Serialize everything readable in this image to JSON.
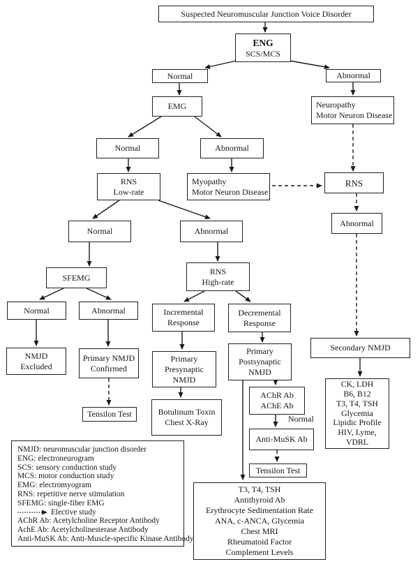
{
  "diagram": {
    "title": "Suspected Neuromuscular Junction Voice Disorder",
    "nodes": [
      {
        "id": "suspected_title",
        "lines": [
          "Suspected Neuromuscular Junction Voice Disorder"
        ]
      },
      {
        "id": "eng_scs_mcs",
        "lines": [
          "ENG",
          "SCS/MCS"
        ]
      },
      {
        "id": "eng_normal",
        "lines": [
          "Normal"
        ]
      },
      {
        "id": "eng_abnormal",
        "lines": [
          "Abnormal"
        ]
      },
      {
        "id": "emg",
        "lines": [
          "EMG"
        ]
      },
      {
        "id": "neuropathy_mnd",
        "lines": [
          "Neuropathy",
          "Motor Neuron Disease"
        ]
      },
      {
        "id": "emg_normal",
        "lines": [
          "Normal"
        ]
      },
      {
        "id": "emg_abnormal",
        "lines": [
          "Abnormal"
        ]
      },
      {
        "id": "rns_low_rate",
        "lines": [
          "RNS",
          "Low-rate"
        ]
      },
      {
        "id": "myopathy_mnd",
        "lines": [
          "Myopathy",
          "Motor Neuron Disease"
        ]
      },
      {
        "id": "rns_secondary",
        "lines": [
          "RNS"
        ]
      },
      {
        "id": "rns_secondary_abnormal",
        "lines": [
          "Abnormal"
        ]
      },
      {
        "id": "rns_low_normal",
        "lines": [
          "Normal"
        ]
      },
      {
        "id": "rns_low_abnormal",
        "lines": [
          "Abnormal"
        ]
      },
      {
        "id": "sfemg",
        "lines": [
          "SFEMG"
        ]
      },
      {
        "id": "rns_high_rate",
        "lines": [
          "RNS",
          "High-rate"
        ]
      },
      {
        "id": "sfemg_normal",
        "lines": [
          "Normal"
        ]
      },
      {
        "id": "sfemg_abnormal",
        "lines": [
          "Abnormal"
        ]
      },
      {
        "id": "incremental_response",
        "lines": [
          "Incremental",
          "Response"
        ]
      },
      {
        "id": "decremental_response",
        "lines": [
          "Decremental",
          "Response"
        ]
      },
      {
        "id": "nmjd_excluded",
        "lines": [
          "NMJD",
          "Excluded"
        ]
      },
      {
        "id": "primary_nmjd_confirmed",
        "lines": [
          "Primary NMJD",
          "Confirmed"
        ]
      },
      {
        "id": "tensilon_test_1",
        "lines": [
          "Tensilon Test"
        ]
      },
      {
        "id": "primary_presynaptic_nmjd",
        "lines": [
          "Primary",
          "Presynaptic",
          "NMJD"
        ]
      },
      {
        "id": "botulinum_chest_xray",
        "lines": [
          "Botulinum Toxin",
          "Chest X-Ray"
        ]
      },
      {
        "id": "primary_postsynaptic_nmjd",
        "lines": [
          "Primary",
          "Postsynaptic",
          "NMJD"
        ]
      },
      {
        "id": "achr_ache_ab",
        "lines": [
          "AChR Ab",
          "AChE Ab"
        ]
      },
      {
        "id": "anti_musk_ab",
        "lines": [
          "Anti-MuSK Ab"
        ]
      },
      {
        "id": "tensilon_test_2",
        "lines": [
          "Tensilon Test"
        ]
      },
      {
        "id": "secondary_nmjd",
        "lines": [
          "Secondary NMJD"
        ]
      },
      {
        "id": "secondary_workup_panel",
        "lines": [
          "CK, LDH",
          "B6, B12",
          "T3, T4, TSH",
          "Glycemia",
          "Lipidic Profile",
          "HIV, Lyme,",
          "VDRL"
        ]
      },
      {
        "id": "postsynaptic_workup_panel",
        "lines": [
          "T3, T4, TSH",
          "Antithyroid Ab",
          "Erythrocyte Sedimentation Rate",
          "ANA, c-ANCA, Glycemia",
          "Chest MRI",
          "Rheumatoid Factor",
          "Complement Levels"
        ]
      }
    ],
    "edges": [
      {
        "from": "suspected_title",
        "to": "eng_scs_mcs",
        "style": "solid"
      },
      {
        "from": "eng_scs_mcs",
        "to": "eng_normal",
        "style": "solid"
      },
      {
        "from": "eng_scs_mcs",
        "to": "eng_abnormal",
        "style": "solid"
      },
      {
        "from": "eng_normal",
        "to": "emg",
        "style": "solid"
      },
      {
        "from": "eng_abnormal",
        "to": "neuropathy_mnd",
        "style": "solid"
      },
      {
        "from": "emg",
        "to": "emg_normal",
        "style": "solid"
      },
      {
        "from": "emg",
        "to": "emg_abnormal",
        "style": "solid"
      },
      {
        "from": "emg_normal",
        "to": "rns_low_rate",
        "style": "solid"
      },
      {
        "from": "emg_abnormal",
        "to": "myopathy_mnd",
        "style": "solid"
      },
      {
        "from": "neuropathy_mnd",
        "to": "rns_secondary",
        "style": "dashed"
      },
      {
        "from": "myopathy_mnd",
        "to": "rns_secondary",
        "style": "dashed"
      },
      {
        "from": "rns_low_rate",
        "to": "rns_low_normal",
        "style": "solid"
      },
      {
        "from": "rns_low_rate",
        "to": "rns_low_abnormal",
        "style": "solid"
      },
      {
        "from": "rns_low_normal",
        "to": "sfemg",
        "style": "solid"
      },
      {
        "from": "rns_low_abnormal",
        "to": "rns_high_rate",
        "style": "solid"
      },
      {
        "from": "sfemg",
        "to": "sfemg_normal",
        "style": "solid"
      },
      {
        "from": "sfemg",
        "to": "sfemg_abnormal",
        "style": "solid"
      },
      {
        "from": "rns_high_rate",
        "to": "incremental_response",
        "style": "solid"
      },
      {
        "from": "rns_high_rate",
        "to": "decremental_response",
        "style": "solid"
      },
      {
        "from": "sfemg_normal",
        "to": "nmjd_excluded",
        "style": "solid"
      },
      {
        "from": "sfemg_abnormal",
        "to": "primary_nmjd_confirmed",
        "style": "solid"
      },
      {
        "from": "primary_nmjd_confirmed",
        "to": "tensilon_test_1",
        "style": "dashed"
      },
      {
        "from": "incremental_response",
        "to": "primary_presynaptic_nmjd",
        "style": "solid"
      },
      {
        "from": "primary_presynaptic_nmjd",
        "to": "botulinum_chest_xray",
        "style": "solid"
      },
      {
        "from": "decremental_response",
        "to": "primary_postsynaptic_nmjd",
        "style": "solid"
      },
      {
        "from": "primary_postsynaptic_nmjd",
        "to": "achr_ache_ab",
        "style": "solid"
      },
      {
        "from": "primary_postsynaptic_nmjd",
        "to": "postsynaptic_workup_panel",
        "style": "solid"
      },
      {
        "from": "achr_ache_ab",
        "to": "anti_musk_ab",
        "style": "solid"
      },
      {
        "from": "anti_musk_ab",
        "to": "tensilon_test_2",
        "style": "dashed"
      },
      {
        "from": "rns_secondary",
        "to": "rns_secondary_abnormal",
        "style": "dashed"
      },
      {
        "from": "rns_secondary_abnormal",
        "to": "secondary_nmjd",
        "style": "dashed"
      },
      {
        "from": "secondary_nmjd",
        "to": "secondary_workup_panel",
        "style": "solid"
      }
    ],
    "float_labels": [
      {
        "text": "Normal"
      }
    ]
  },
  "legend": {
    "items": [
      {
        "text": "NMJD: neuromuscular junction disorder"
      },
      {
        "text": "ENG: electroneurogram"
      },
      {
        "text": "SCS: sensory conduction study"
      },
      {
        "text": "MCS: motor conduction study"
      },
      {
        "text": "EMG: electromyogram"
      },
      {
        "text": "RNS: repetitive nerve stimulation"
      },
      {
        "text": "SFEMG: single-fiber EMG"
      },
      {
        "icon": "dashed-arrow-icon",
        "text": "Elective study"
      },
      {
        "text": "AChR Ab: Acetylcholine Receptor Antibody"
      },
      {
        "text": "AchE Ab: Acetylcholinesterase Antibody"
      },
      {
        "text": "Anti-MuSK Ab: Anti-Muscle-specific Kinase Antibody"
      }
    ]
  }
}
